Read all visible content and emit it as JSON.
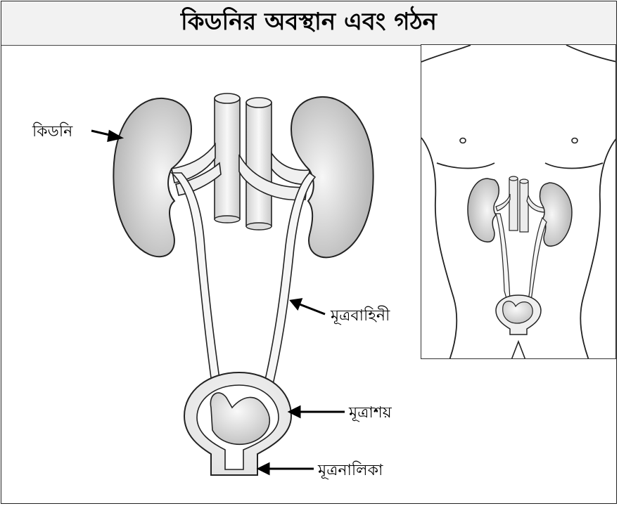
{
  "title": "কিডনির অবস্থান এবং গঠন",
  "labels": {
    "kidney": "কিডনি",
    "ureter": "মূত্রবাহিনী",
    "bladder": "মূত্রাশয়",
    "urethra": "মূত্রনালিকা"
  },
  "colors": {
    "outline": "#222222",
    "organ_light": "#f7f7f7",
    "organ_dark": "#a9a9a9",
    "title_bg": "#f2f2f2"
  }
}
